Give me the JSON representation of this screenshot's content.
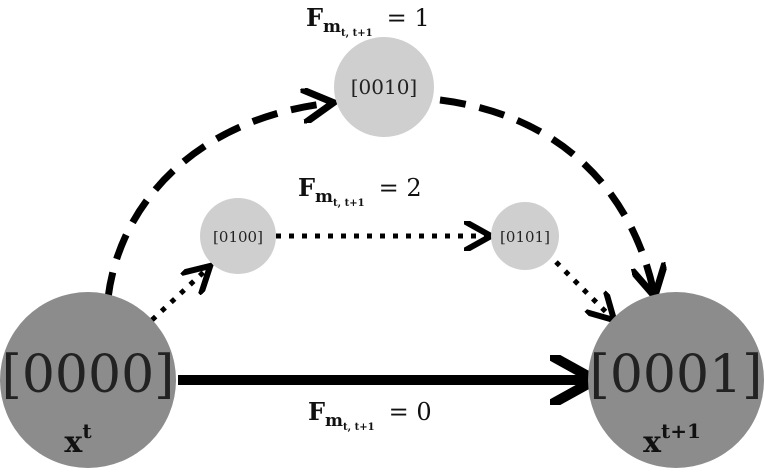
{
  "nodes": {
    "start": {
      "label": "[0000]",
      "var_base": "x",
      "var_sup": "t",
      "fill": "#8c8c8c"
    },
    "end": {
      "label": "[0001]",
      "var_base": "x",
      "var_sup": "t+1",
      "fill": "#8c8c8c"
    },
    "top": {
      "label": "[0010]",
      "fill": "#cfcfcf"
    },
    "mid_left": {
      "label": "[0100]",
      "fill": "#cfcfcf"
    },
    "mid_right": {
      "label": "[0101]",
      "fill": "#cfcfcf"
    }
  },
  "edge_labels": {
    "top": {
      "base": "F",
      "sub_base": "m",
      "sub_sub": "t, t+1",
      "eq": "= 1"
    },
    "middle": {
      "base": "F",
      "sub_base": "m",
      "sub_sub": "t, t+1",
      "eq": "= 2"
    },
    "bottom": {
      "base": "F",
      "sub_base": "m",
      "sub_sub": "t, t+1",
      "eq": "= 0"
    }
  },
  "edges": [
    {
      "from": "start",
      "to": "top",
      "style": "dashed"
    },
    {
      "from": "top",
      "to": "end",
      "style": "dashed"
    },
    {
      "from": "start",
      "to": "mid_left",
      "style": "dotted"
    },
    {
      "from": "mid_left",
      "to": "mid_right",
      "style": "dotted"
    },
    {
      "from": "mid_right",
      "to": "end",
      "style": "dotted"
    },
    {
      "from": "start",
      "to": "end",
      "style": "solid"
    }
  ],
  "colors": {
    "edge": "#000000",
    "dark_node": "#8c8c8c",
    "light_node": "#cfcfcf"
  }
}
